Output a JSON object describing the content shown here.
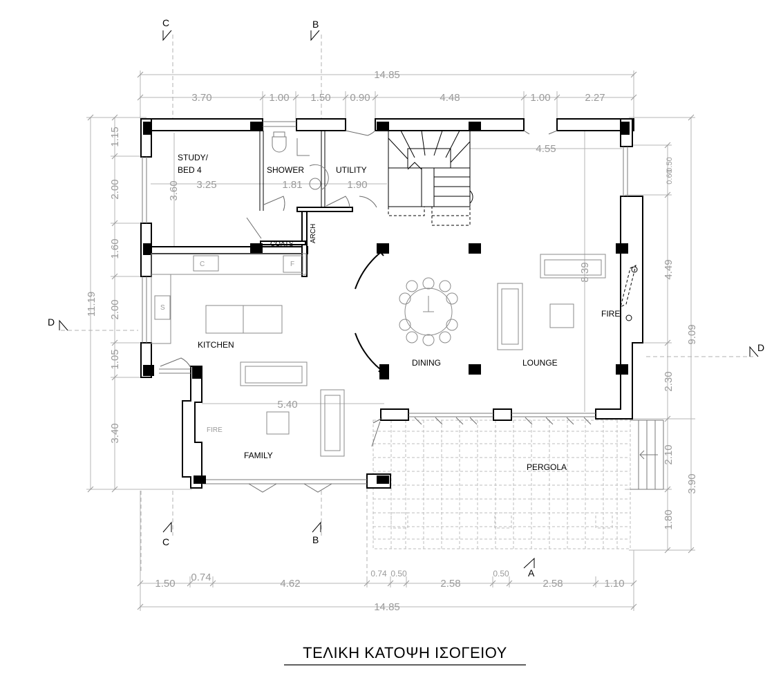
{
  "title": "ΤΕΛΙΚΗ ΚΑΤΟΨΗ ΙΣΟΓΕΙΟΥ",
  "rooms": {
    "study_line1": "STUDY/",
    "study_line2": "BED 4",
    "shower": "SHOWER",
    "utility": "UTILITY",
    "coats": "COATS",
    "arch": "ARCH",
    "kitchen": "KITCHEN",
    "dining": "DINING",
    "lounge": "LOUNGE",
    "fire_right": "FIRE",
    "fire_left": "FIRE",
    "family": "FAMILY",
    "pergola": "PERGOLA"
  },
  "appliances": {
    "cooker": "C",
    "fridge": "F",
    "sink": "S"
  },
  "section_marks": {
    "c_top": "C",
    "b_top": "B",
    "c_bottom": "C",
    "b_bottom": "B",
    "d_left": "D",
    "d_right": "D",
    "a_bottom": "A"
  },
  "dimensions": {
    "top_total": "14.85",
    "top_segments": [
      "3.70",
      "1.00",
      "1.50",
      "0.90",
      "4.48",
      "1.00",
      "2.27"
    ],
    "stair_width": "4.55",
    "interior_row": [
      "3.25",
      "1.81",
      "1.90"
    ],
    "study_depth": "3.60",
    "lounge_depth": "8.39",
    "family_width": "5.40",
    "left_total": "11.19",
    "left_segments": [
      "1.15",
      "2.00",
      "1.60",
      "2.00",
      "1.05",
      "3.40"
    ],
    "right_total": "9.09",
    "right_segments": [
      "0.50",
      "0.60",
      "4.49",
      "2.30",
      "2.10",
      "3.90",
      "1.80"
    ],
    "bottom_segments": [
      "1.50",
      "0.74",
      "4.62",
      "0.74",
      "0.50",
      "2.58",
      "0.50",
      "2.58",
      "1.10"
    ],
    "bottom_total": "14.85"
  }
}
